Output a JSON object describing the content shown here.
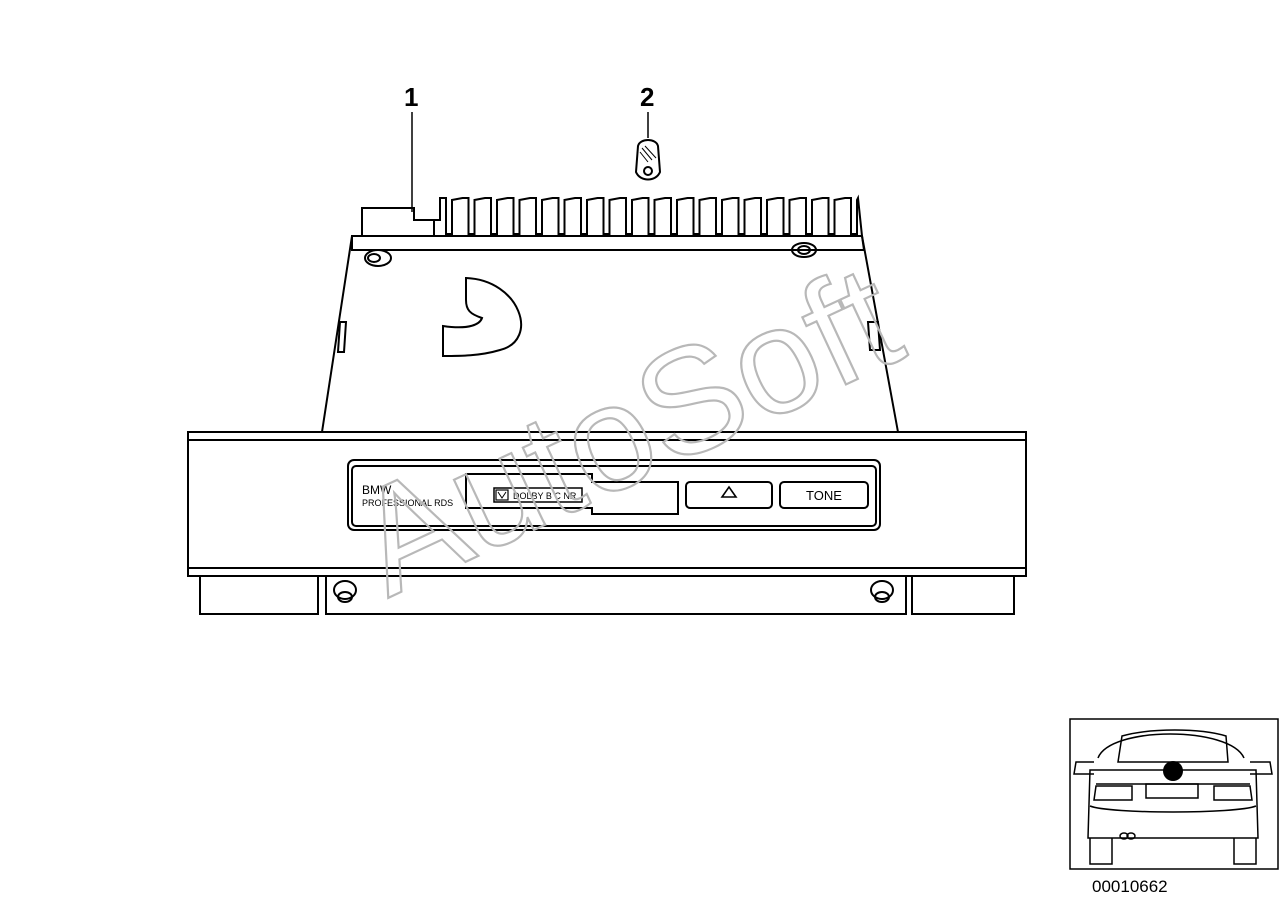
{
  "callouts": [
    {
      "label": "1"
    },
    {
      "label": "2"
    }
  ],
  "panel": {
    "brand": "BMW",
    "model": "PROFESSIONAL RDS",
    "dolby": "DOLBY B C NR",
    "eject_symbol": "△",
    "tone_label": "TONE"
  },
  "watermark": "AutoSoft",
  "diagram_number": "00010662",
  "colors": {
    "line": "#000000",
    "watermark": "#b8b8b8",
    "background": "#ffffff"
  }
}
